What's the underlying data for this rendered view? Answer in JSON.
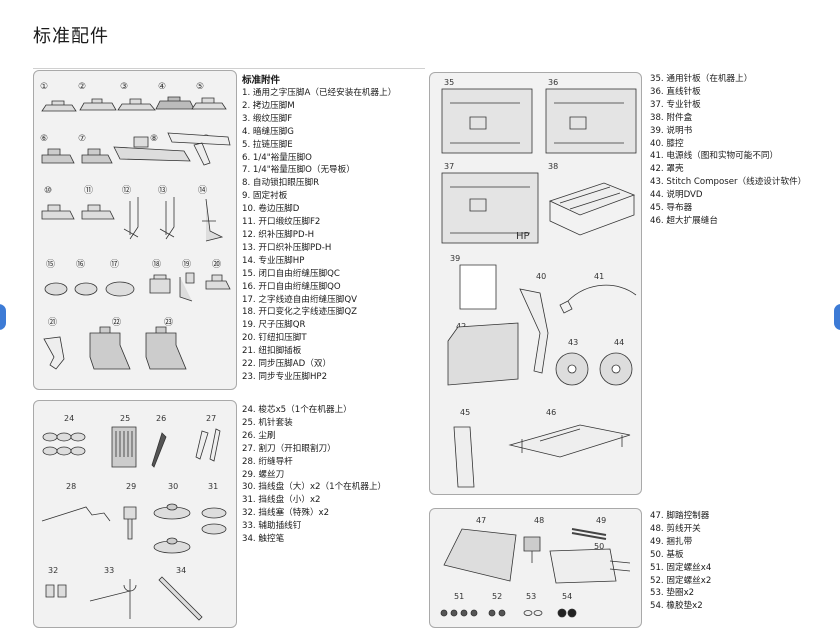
{
  "page": {
    "title": "标准配件"
  },
  "section1": {
    "heading": "标准附件",
    "items": [
      "1.  通用之字压脚A（已经安装在机器上）",
      "2.  拷边压脚M",
      "3.  缎纹压脚F",
      "4.  暗缝压脚G",
      "5.  拉链压脚E",
      "6.  1/4\"裕量压脚O",
      "7.  1/4\"裕量压脚O（无导板）",
      "8.  自动锁扣眼压脚R",
      "9.  固定衬板",
      "10. 卷边压脚D",
      "11. 开口缎纹压脚F2",
      "12. 织补压脚PD-H",
      "13. 开口织补压脚PD-H",
      "14. 专业压脚HP",
      "15. 闭口自由绗缝压脚QC",
      "16. 开口自由绗缝压脚QO",
      "17. 之字线迹自由绗缝压脚QV",
      "18. 开口变化之字线迹压脚QZ",
      "19. 尺子压脚QR",
      "20. 钉纽扣压脚T",
      "21. 纽扣脚插板",
      "22. 同步压脚AD（双）",
      "23. 同步专业压脚HP2"
    ],
    "labels": [
      "①",
      "②",
      "③",
      "④",
      "⑤",
      "⑥",
      "⑦",
      "⑧",
      "⑨",
      "⑩",
      "⑪",
      "⑫",
      "⑬",
      "⑭",
      "⑮",
      "⑯",
      "⑰",
      "⑱",
      "⑲",
      "⑳",
      "㉑",
      "㉒",
      "㉓"
    ]
  },
  "section2": {
    "items": [
      "24. 梭芯x5（1个在机器上）",
      "25. 机针套装",
      "26. 尘刷",
      "27. 割刀（开扣眼割刀）",
      "28. 绗缝导杆",
      "29. 螺丝刀",
      "30. 挡线盘（大）x2（1个在机器上）",
      "31. 挡线盘（小）x2",
      "32. 挡线塞（特殊）x2",
      "33. 辅助插线钉",
      "34. 触控笔"
    ],
    "labels": [
      "24",
      "25",
      "26",
      "27",
      "28",
      "29",
      "30",
      "31",
      "32",
      "33",
      "34"
    ]
  },
  "section3": {
    "items": [
      "35. 通用针板（在机器上）",
      "36. 直线针板",
      "37. 专业针板",
      "38. 附件盒",
      "39. 说明书",
      "40. 膝控",
      "41. 电源线（图和实物可能不同）",
      "42. 罩壳",
      "43. Stitch Composer（线迹设计软件）",
      "44. 说明DVD",
      "45. 导布器",
      "46. 超大扩展缝台"
    ],
    "labels": [
      "35",
      "36",
      "37",
      "38",
      "39",
      "40",
      "41",
      "42",
      "43",
      "44",
      "45",
      "46"
    ],
    "plate_mark": "HP"
  },
  "section4": {
    "items": [
      "47. 脚踏控制器",
      "48. 剪线开关",
      "49. 捆扎带",
      "50. 基板",
      "51. 固定螺丝x4",
      "52. 固定螺丝x2",
      "53. 垫圈x2",
      "54. 橡胶垫x2"
    ],
    "labels": [
      "47",
      "48",
      "49",
      "50",
      "51",
      "52",
      "53",
      "54"
    ]
  }
}
